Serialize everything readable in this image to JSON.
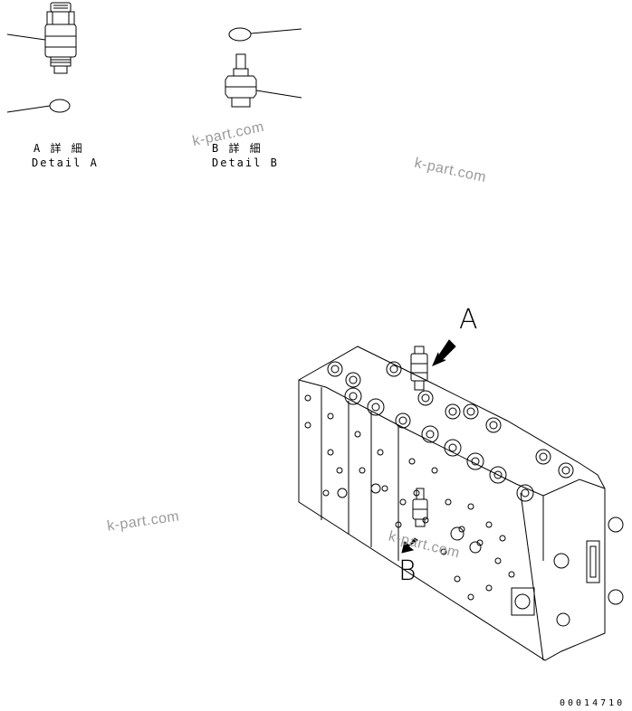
{
  "detail_a": {
    "jp": "A 詳 細",
    "en": "Detail A"
  },
  "detail_b": {
    "jp": "B 詳 細",
    "en": "Detail B"
  },
  "callouts": {
    "a": "A",
    "b": "B"
  },
  "watermarks": [
    "k-part.com",
    "k-part.com",
    "k-part.com",
    "k-part.com"
  ],
  "drawing_number": "00014710",
  "colors": {
    "line": "#000000",
    "watermark": "#9a9a9a",
    "background": "#ffffff"
  }
}
